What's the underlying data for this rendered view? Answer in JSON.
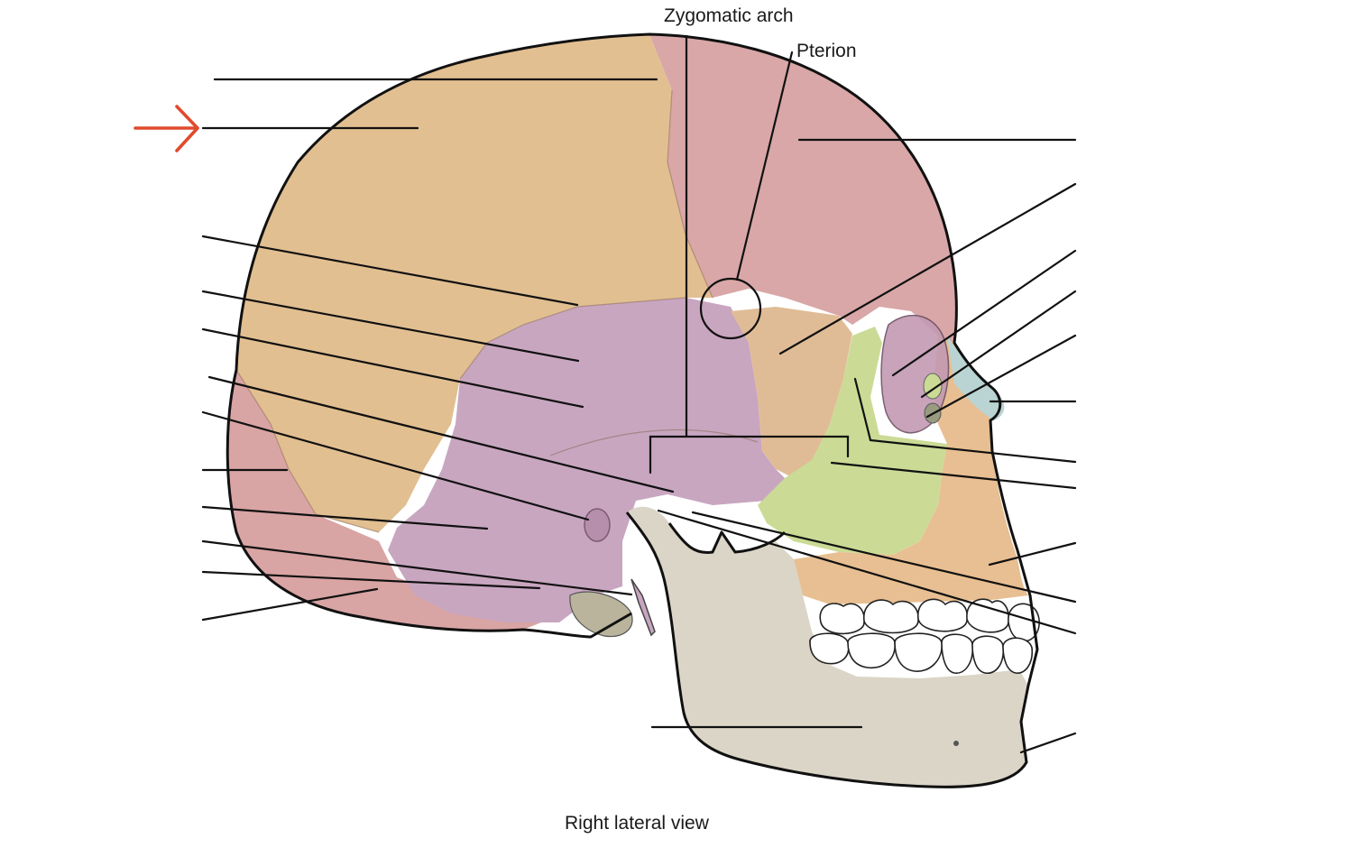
{
  "labels": {
    "zygomatic_arch": "Zygomatic arch",
    "pterion": "Pterion",
    "view": "Right lateral view"
  },
  "colors": {
    "parietal": "#e2bf91",
    "frontal": "#d9a7a7",
    "occipital": "#d9a4a4",
    "temporal": "#c8a6c0",
    "sphenoid": "#e0bc96",
    "zygomatic": "#cbdb95",
    "maxilla": "#e8bf92",
    "nasal": "#b9d4d3",
    "mandible": "#dad5c6",
    "pointer_arrow": "#e04a2d"
  },
  "icons": {
    "pointer": "arrow-right-icon",
    "pterion_marker": "circle-icon"
  }
}
